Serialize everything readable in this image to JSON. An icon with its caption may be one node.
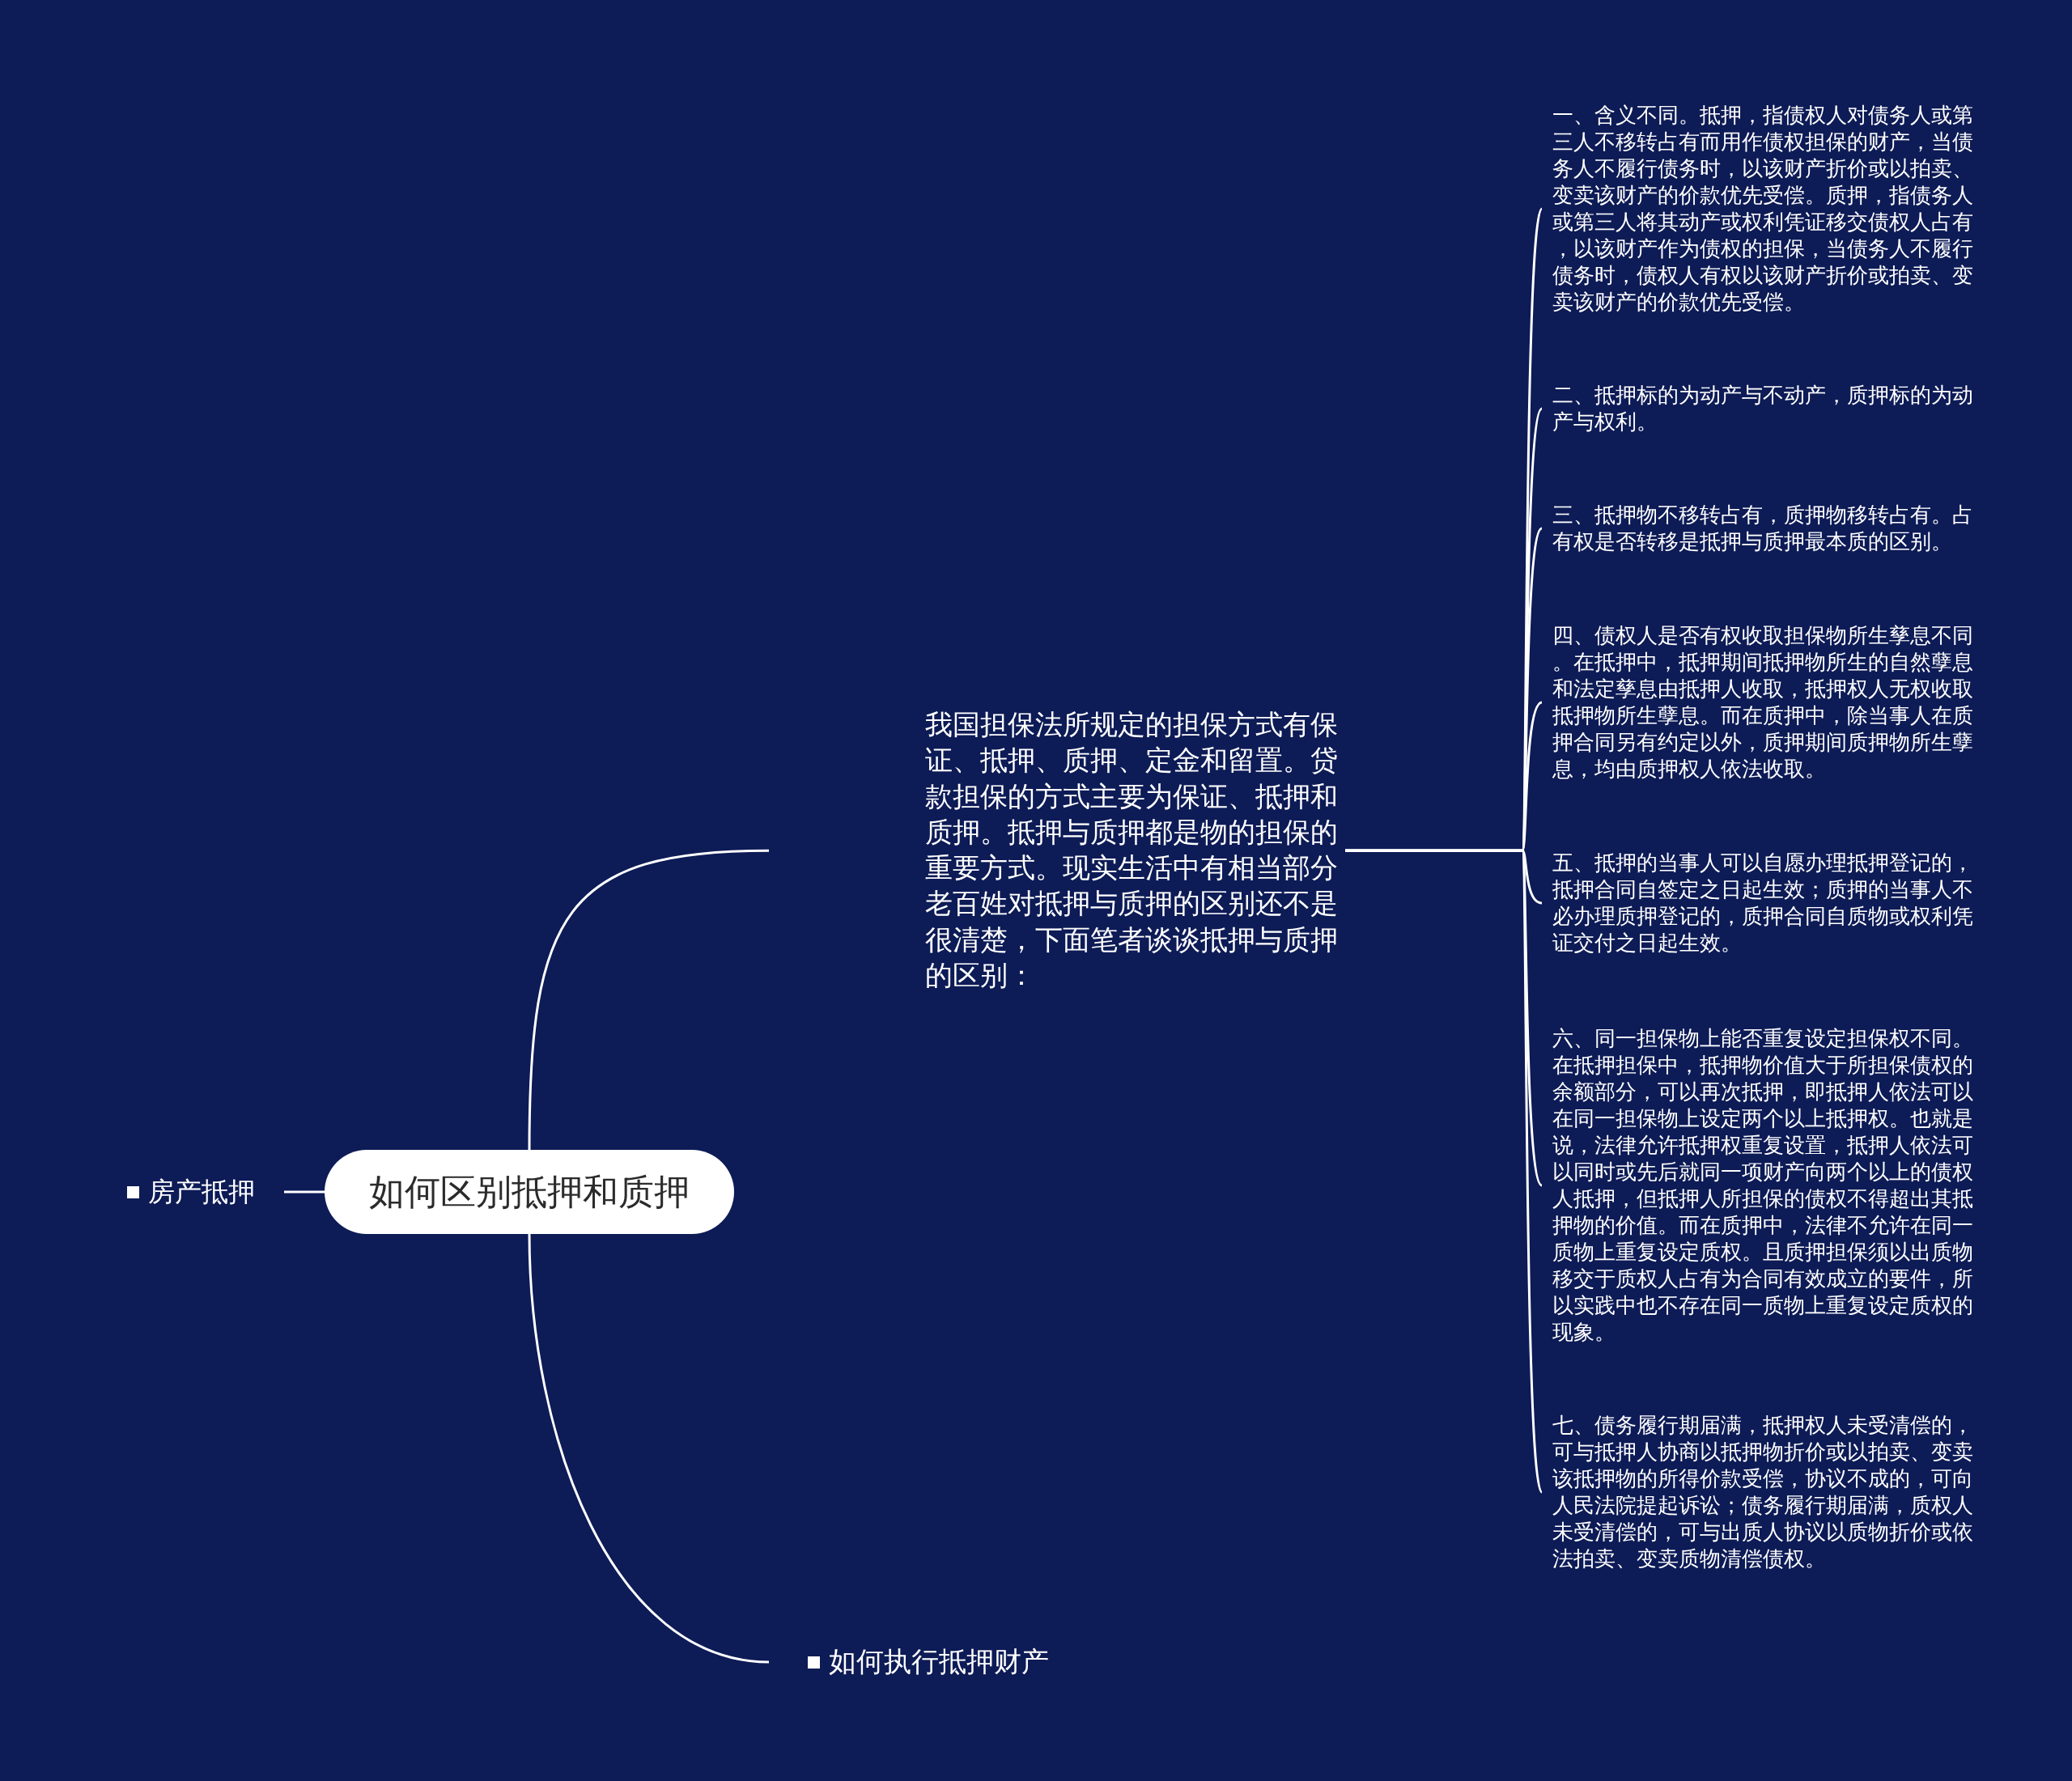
{
  "diagram": {
    "nodes": [
      {
        "text": [
          "如何区别抵押和质押"
        ]
      },
      {
        "text": [
          "我国担保法所规定的担保方式有保证、抵押、质押、定金和留置。贷款担保的方式主要为保证、抵押和质押。抵押与质押都是物的担保的重要方式。现实生活中有相当部分老百姓对抵押与质押的区别还不是很清楚，下面笔者谈谈抵押与质押的区别："
        ]
      },
      {
        "text": [
          "一、含义不同。抵押，指债权人对债务人或第三人不移转占有而用作债权担保的财产，当债务人不履行债务时，以该财产折价或以拍卖、变卖该财产的价款优先受偿。质押，指债务人或第三人将其动产或权利凭证移交债权人占有，以该财产作为债权的担保，当债务人不履行债务时，债权人有权以该财产折价或拍卖、变卖该财产的价款优先受偿。"
        ]
      },
      {
        "text": [
          "二、抵押标的为动产与不动产，质押标的为动产与权利。"
        ]
      },
      {
        "text": [
          "三、抵押物不移转占有，质押物移转占有。占有权是否转移是抵押与质押最本质的区别。"
        ]
      },
      {
        "text": [
          "四、债权人是否有权收取担保物所生孳息不同。在抵押中，抵押期间抵押物所生的自然孽息和法定孳息由抵押人收取，抵押权人无权收取抵押物所生孽息。而在质押中，除当事人在质押合同另有约定以外，质押期间质押物所生孽息，均由质押权人依法收取。"
        ]
      },
      {
        "text": [
          "五、抵押的当事人可以自愿办理抵押登记的，抵押合同自签定之日起生效；质押的当事人不必办理质押登记的，质押合同自质物或权利凭证交付之日起生效。"
        ]
      },
      {
        "text": [
          "六、同一担保物上能否重复设定担保权不同。在抵押担保中，抵押物价值大于所担保债权的余额部分，可以再次抵押，即抵押人依法可以在同一担保物上设定两个以上抵押权。也就是说，法律允许抵押权重复设置，抵押人依法可以同时或先后就同一项财产向两个以上的债权人抵押，但抵押人所担保的债权不得超出其抵押物的价值。而在质押中，法律不允许在同一质物上重复设定质权。且质押担保须以出质物移交于质权人占有为合同有效成立的要件，所以实践中也不存在同一质物上重复设定质权的现象。"
        ]
      },
      {
        "text": [
          "七、债务履行期届满，抵押权人未受清偿的，可与抵押人协商以抵押物折价或以拍卖、变卖该抵押物的所得价款受偿，协议不成的，可向人民法院提起诉讼；债务履行期届满，质权人未受清偿的，可与出质人协议以质物折价或依法拍卖、变卖质物清偿债权。"
        ]
      },
      {
        "text": [
          "如何执行抵押财产"
        ]
      },
      {
        "text": [
          "房产抵押"
        ]
      }
    ],
    "edges": [
      {
        "from": 0,
        "to": 1,
        "arrow": "none"
      },
      {
        "from": 1,
        "to": 2,
        "arrow": "none"
      },
      {
        "from": 1,
        "to": 3,
        "arrow": "none"
      },
      {
        "from": 1,
        "to": 4,
        "arrow": "none"
      },
      {
        "from": 1,
        "to": 5,
        "arrow": "none"
      },
      {
        "from": 1,
        "to": 6,
        "arrow": "none"
      },
      {
        "from": 1,
        "to": 7,
        "arrow": "none"
      },
      {
        "from": 1,
        "to": 8,
        "arrow": "none"
      },
      {
        "from": 0,
        "to": 9,
        "arrow": "none"
      },
      {
        "from": 0,
        "to": 10,
        "arrow": "none"
      }
    ]
  }
}
